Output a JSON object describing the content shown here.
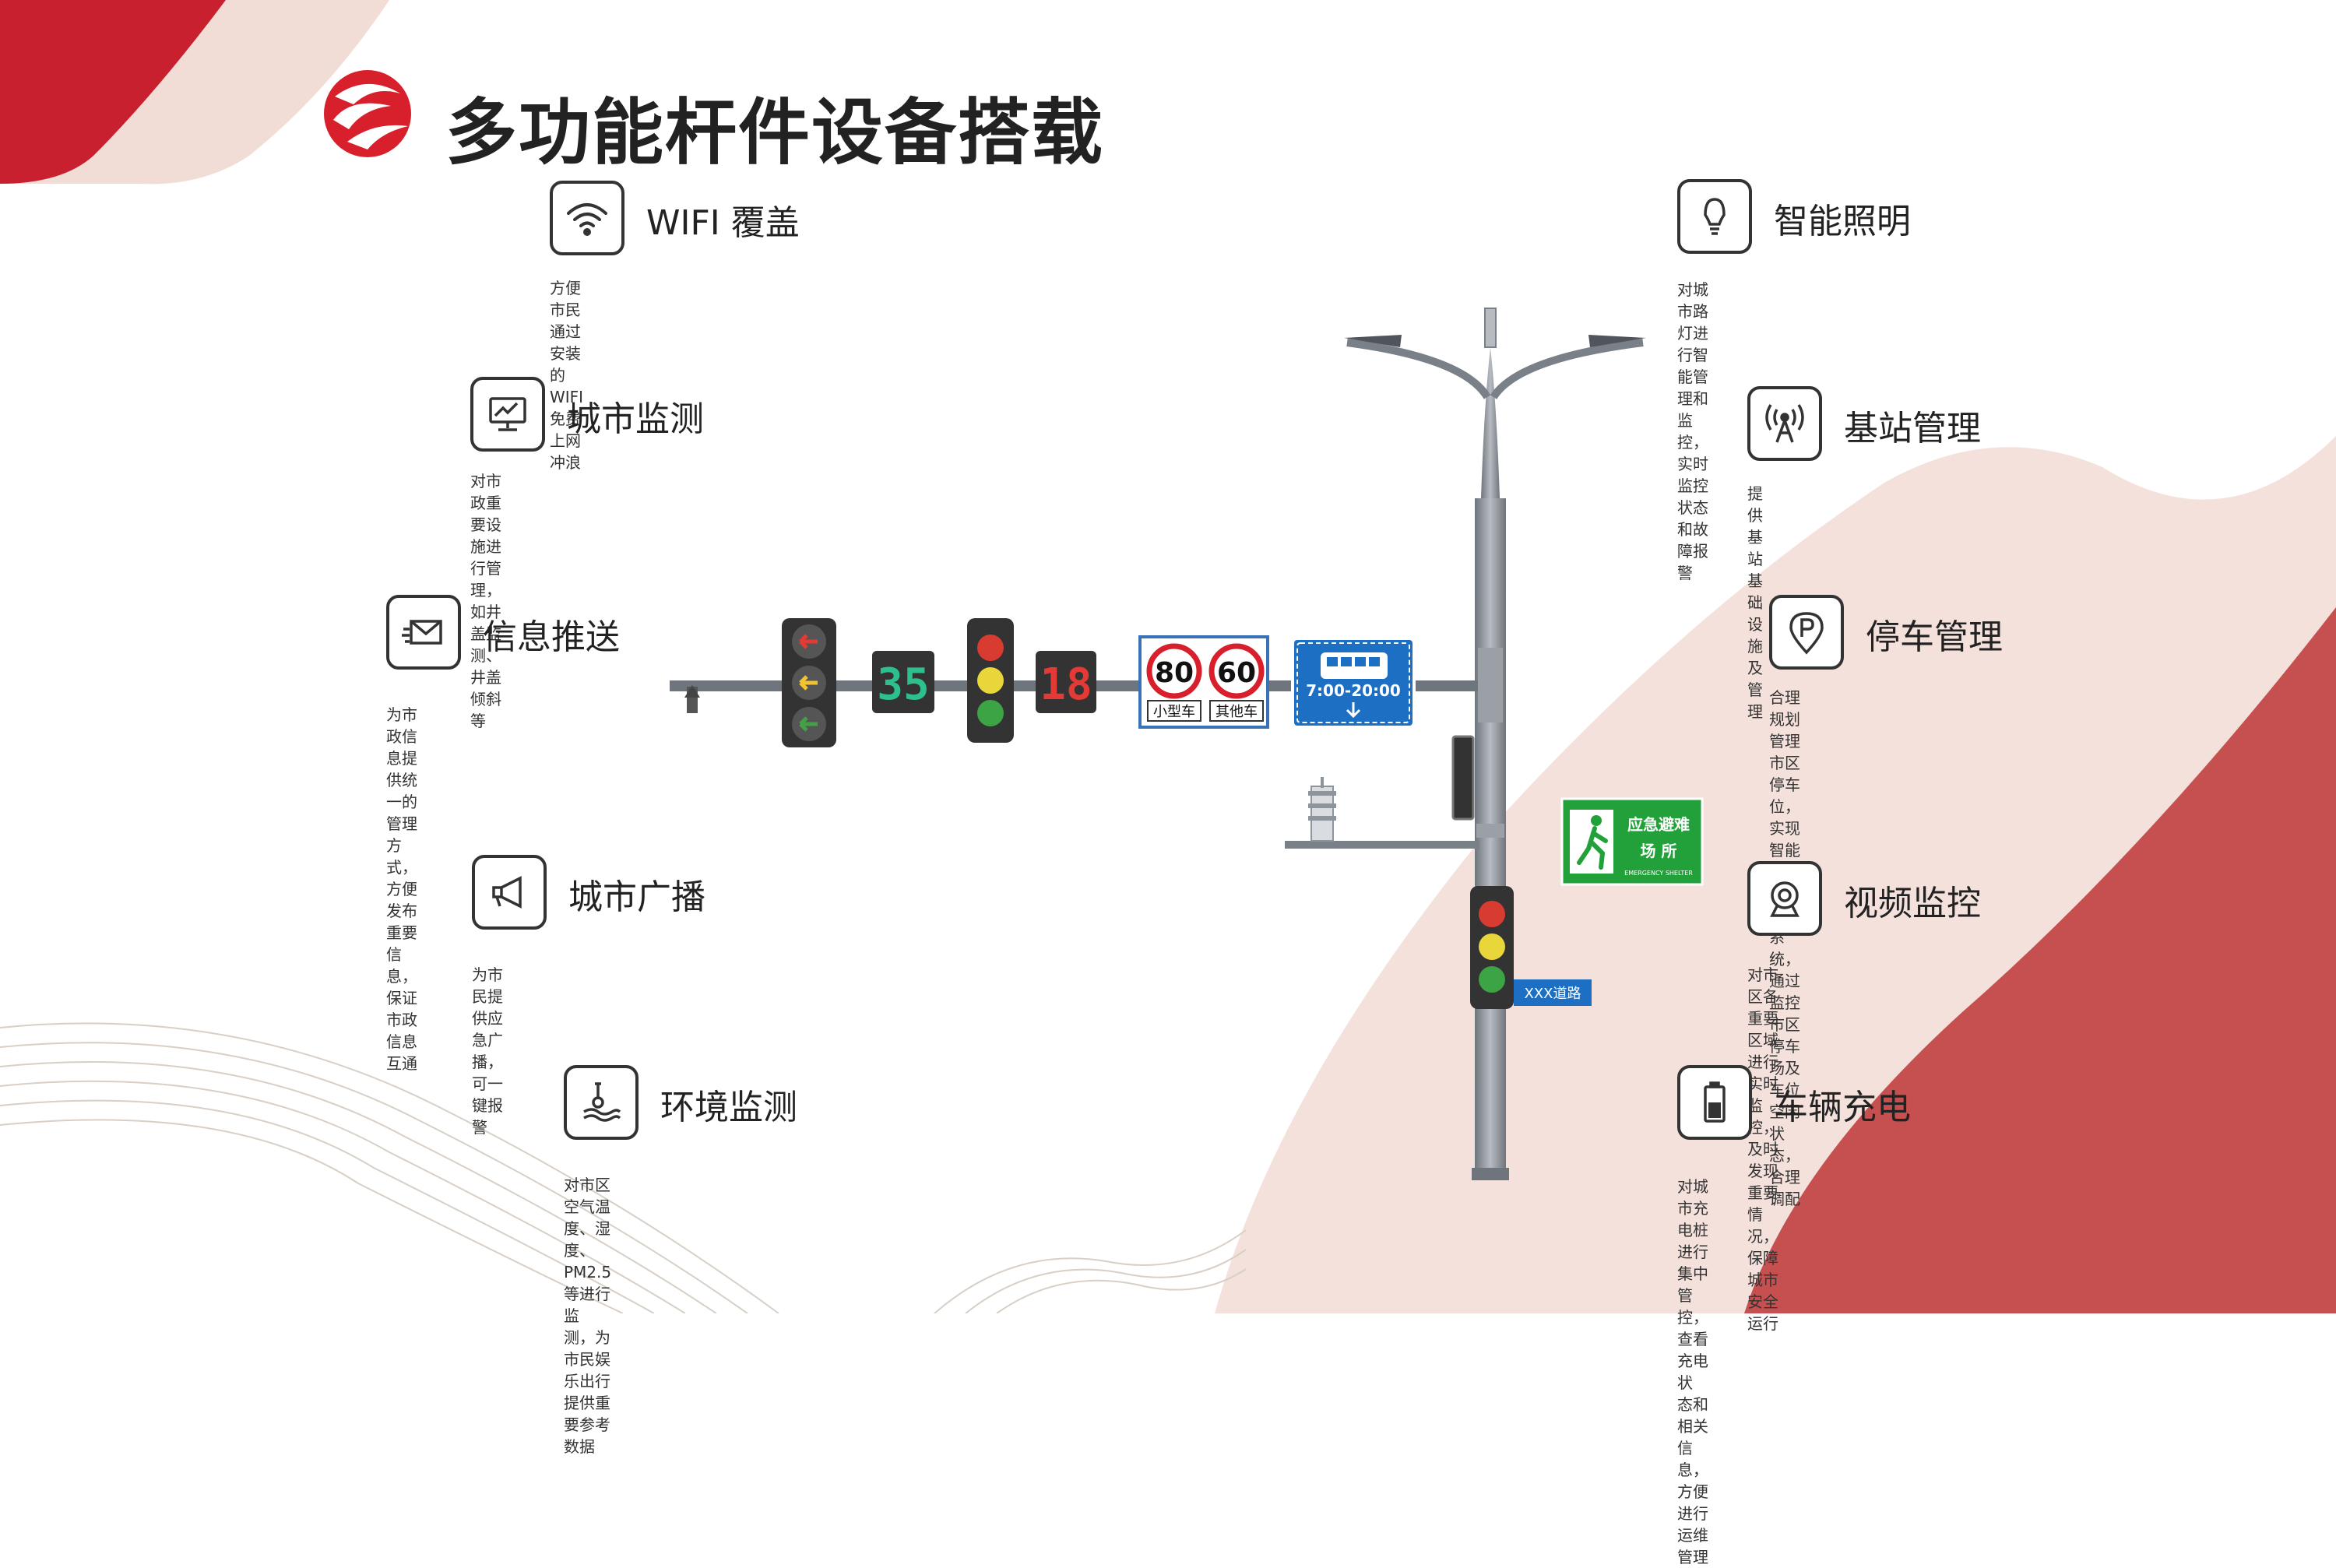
{
  "title": "多功能杆件设备搭载",
  "colors": {
    "brand_red": "#c8202f",
    "pink": "#f2dcd6",
    "pole_grey": "#8e949b"
  },
  "features_left": [
    {
      "icon": "wifi-icon",
      "title": "WIFI 覆盖",
      "desc": "方便市民通过安装的WIFI免费上网冲浪"
    },
    {
      "icon": "monitor-icon",
      "title": "城市监测",
      "desc": "对市政重要设施进行管理，如井盖监测、\n井盖倾斜等"
    },
    {
      "icon": "envelope-icon",
      "title": "信息推送",
      "desc": "为市政信息提供统一的管理方式，\n方便发布重要信息，保证市政信息互通"
    },
    {
      "icon": "megaphone-icon",
      "title": "城市广播",
      "desc": "为市民提供应急广播，可一键报警"
    },
    {
      "icon": "environment-sensor-icon",
      "title": "环境监测",
      "desc": "对市区空气温度、湿度、PM2.5等进行监\n测，为市民娱乐出行提供重要参考数据"
    }
  ],
  "features_right": [
    {
      "icon": "lightbulb-icon",
      "title": "智能照明",
      "desc": "对城市路灯进行智能管理和监控，\n实时监控状态和故障报警"
    },
    {
      "icon": "antenna-icon",
      "title": "基站管理",
      "desc": "提供基站基础设施及管理"
    },
    {
      "icon": "parking-pin-icon",
      "title": "停车管理",
      "desc": "合理规划管理市区停车位，实现智能化\n停车管理系统，通过监控市区停车场及\n车位空闲状态，合理调配"
    },
    {
      "icon": "camera-icon",
      "title": "视频监控",
      "desc": "对市区各重要区域进行实时监控，及时\n发现重要情况，保障城市安全运行"
    },
    {
      "icon": "battery-icon",
      "title": "车辆充电",
      "desc": "对城市充电桩进行集中管控，查看充电状\n态和相关信息，方便进行运维管理"
    }
  ],
  "signs": {
    "ped_countdown": "35",
    "vehicle_countdown": "18",
    "speed_small": "80",
    "speed_other": "60",
    "speed_small_label": "小型车",
    "speed_other_label": "其他车",
    "bus_hours": "7:00-20:00",
    "shelter_cn_1": "应急避难",
    "shelter_cn_2": "场  所",
    "shelter_en": "EMERGENCY SHELTER",
    "road_name": "XXX道路"
  }
}
